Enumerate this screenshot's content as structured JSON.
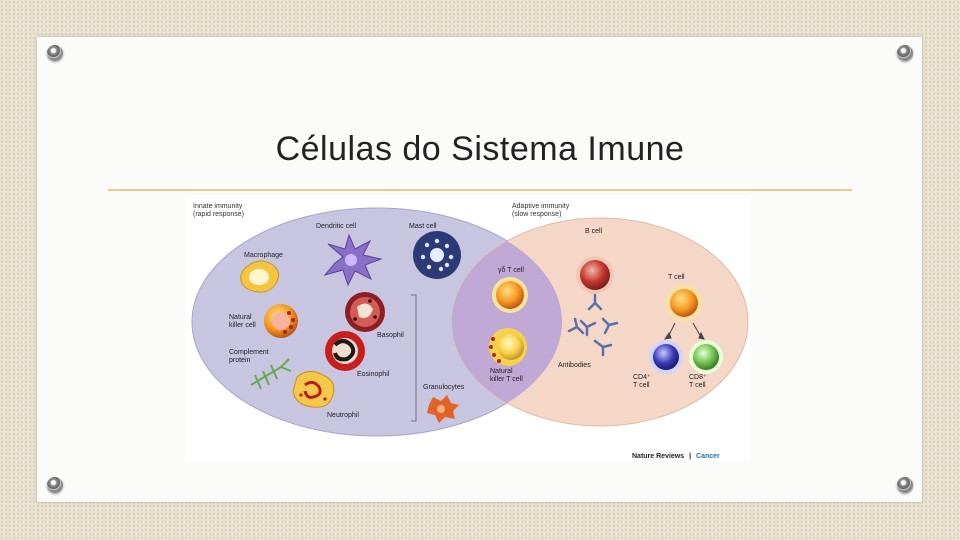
{
  "slide": {
    "title": "Células do Sistema Imune",
    "pin_icon": "thumbtack-pin"
  },
  "diagram": {
    "innate": {
      "line1": "Innate immunity",
      "line2": "(rapid response)"
    },
    "adaptive": {
      "line1": "Adaptive immunity",
      "line2": "(slow response)"
    },
    "labels": {
      "dendritic": "Dendritic cell",
      "mast": "Mast cell",
      "macrophage": "Macrophage",
      "nk1": "Natural",
      "nk2": "killer cell",
      "complement1": "Complement",
      "complement2": "protein",
      "basophil": "Basophil",
      "eosinophil": "Eosinophil",
      "neutrophil": "Neutrophil",
      "granulocytes": "Granulocytes",
      "gdt": "γδ T cell",
      "nkt1": "Natural",
      "nkt2": "killer T cell",
      "bcell": "B cell",
      "tcell": "T cell",
      "antibodies": "Antibodies",
      "cd4a": "CD4⁺",
      "cd4b": "T cell",
      "cd8a": "CD8⁺",
      "cd8b": "T cell"
    },
    "credit": {
      "journal": "Nature Reviews",
      "separator": "|",
      "section": "Cancer"
    },
    "colors": {
      "innate_fill": "#c8c5e0",
      "adaptive_fill": "#f5d7c8",
      "overlap_fill": "#b9a3d4",
      "credit_accent": "#2a6fb5"
    }
  }
}
